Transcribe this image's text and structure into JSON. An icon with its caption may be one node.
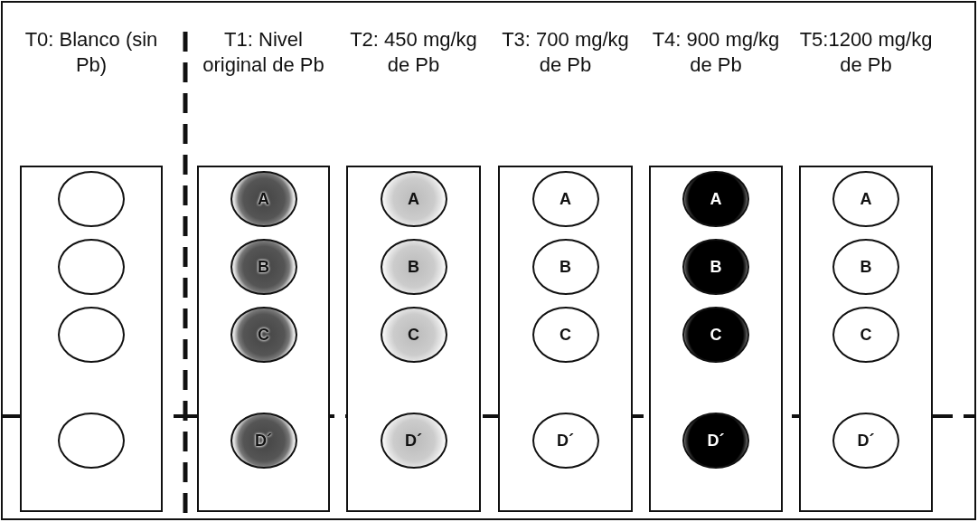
{
  "diagram": {
    "nodes": [
      {
        "text": [
          "T0: Blanco (sin Pb)"
        ]
      },
      {
        "text": [],
        "shape": "circle",
        "in": 0
      },
      {
        "text": [],
        "shape": "circle",
        "in": 0
      },
      {
        "text": [],
        "shape": "circle",
        "in": 0
      },
      {
        "text": [],
        "shape": "circle",
        "in": 0
      },
      {
        "text": [
          "T1: Nivel original de Pb"
        ]
      },
      {
        "text": [
          "A"
        ],
        "in": 5
      },
      {
        "text": [
          "B"
        ],
        "in": 5
      },
      {
        "text": [
          "C"
        ],
        "in": 5
      },
      {
        "text": [
          "D´"
        ],
        "in": 5
      },
      {
        "text": [
          "T2: 450 mg/kg de Pb"
        ]
      },
      {
        "text": [
          "A"
        ],
        "in": 10
      },
      {
        "text": [
          "B"
        ],
        "in": 10
      },
      {
        "text": [
          "C"
        ],
        "in": 10
      },
      {
        "text": [
          "D´"
        ],
        "in": 10
      },
      {
        "text": [
          "T3: 700 mg/kg de Pb"
        ]
      },
      {
        "text": [
          "A"
        ],
        "in": 15
      },
      {
        "text": [
          "B"
        ],
        "in": 15
      },
      {
        "text": [
          "C"
        ],
        "in": 15
      },
      {
        "text": [
          "D´"
        ],
        "in": 15
      },
      {
        "text": [
          "T4: 900 mg/kg de Pb"
        ]
      },
      {
        "text": [
          "A"
        ],
        "in": 20
      },
      {
        "text": [
          "B"
        ],
        "in": 20
      },
      {
        "text": [
          "C"
        ],
        "in": 20
      },
      {
        "text": [
          "D´"
        ],
        "in": 20
      },
      {
        "text": [
          "T5:1200 mg/kg de Pb"
        ]
      },
      {
        "text": [
          "A"
        ],
        "in": 25
      },
      {
        "text": [
          "B"
        ],
        "in": 25
      },
      {
        "text": [
          "C"
        ],
        "in": 25
      },
      {
        "text": [
          "D´"
        ],
        "in": 25
      }
    ],
    "edges": []
  }
}
